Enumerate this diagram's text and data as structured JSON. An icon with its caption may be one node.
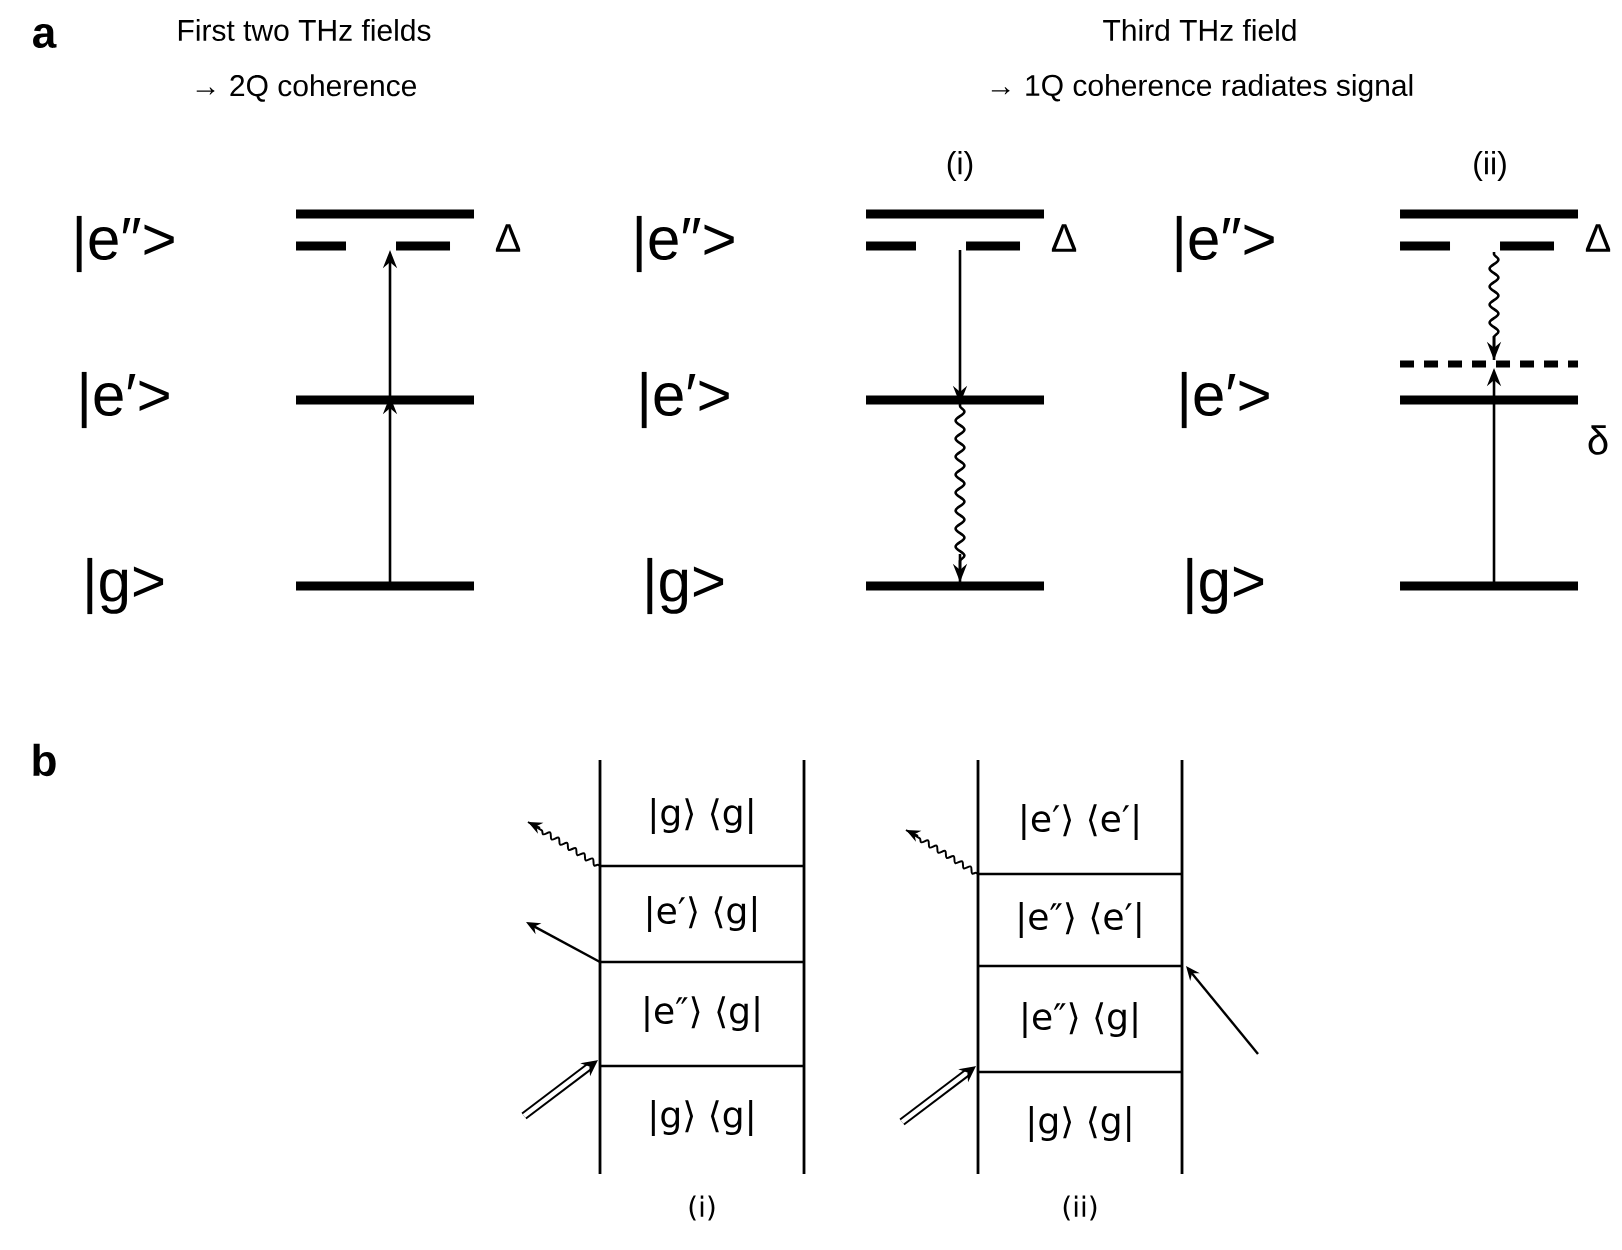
{
  "diagram": {
    "labels": [
      "a",
      "First two THz fields",
      "→ 2Q coherence",
      "Third THz field",
      "→ 1Q coherence radiates signal",
      "(i)",
      "(ii)",
      "|e″>",
      "Δ",
      "|e″>",
      "Δ",
      "|e″>",
      "Δ",
      "|e′>",
      "|e′>",
      "|e′>",
      "δ",
      "|g>",
      "|g>",
      "|g>",
      "b",
      "|g⟩ ⟨g|",
      "|e′⟩ ⟨e′|",
      "|e′⟩ ⟨g|",
      "|e″⟩ ⟨e′|",
      "|e″⟩ ⟨g|",
      "|e″⟩ ⟨g|",
      "|g⟩ ⟨g|",
      "|g⟩ ⟨g|",
      "(i)",
      "(ii)"
    ]
  }
}
